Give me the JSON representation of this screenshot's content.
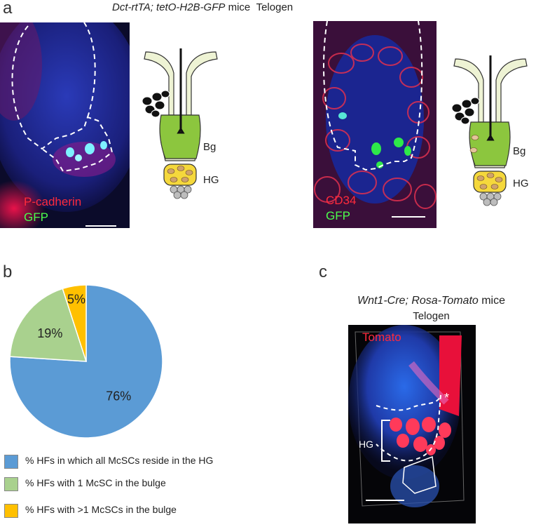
{
  "panel_a": {
    "letter": "a",
    "title_italic": "Dct-rtTA; tetO-H2B-GFP",
    "title_mice": " mice",
    "title_stage": "Telogen",
    "left_image": {
      "label_red": "P-cadherin",
      "label_green": "GFP"
    },
    "right_image": {
      "label_red": "CD34",
      "label_green": "GFP"
    },
    "diagram": {
      "bulge": "Bg",
      "hair_germ": "HG"
    }
  },
  "panel_b": {
    "letter": "b",
    "legend": [
      {
        "label": "% HFs in which all McSCs reside in the HG",
        "color": "#5B9BD5"
      },
      {
        "label": "% HFs with 1 McSC in the bulge",
        "color": "#A9D18E"
      },
      {
        "label": "% HFs with >1 McSCs in the bulge",
        "color": "#FFC000"
      }
    ]
  },
  "chart_data": {
    "type": "pie",
    "categories": [
      "% HFs in which all McSCs reside in the HG",
      "% HFs with 1 McSC in the bulge",
      "% HFs with >1 McSCs in the bulge"
    ],
    "values": [
      76,
      19,
      5
    ],
    "labels": [
      "76%",
      "19%",
      "5%"
    ],
    "colors": [
      "#5B9BD5",
      "#A9D18E",
      "#FFC000"
    ]
  },
  "panel_c": {
    "letter": "c",
    "title_italic": "Wnt1-Cre; Rosa-Tomato",
    "title_mice": " mice",
    "title_stage": "Telogen",
    "label_red": "Tomato",
    "label_hg": "HG",
    "asterisk": "*"
  }
}
